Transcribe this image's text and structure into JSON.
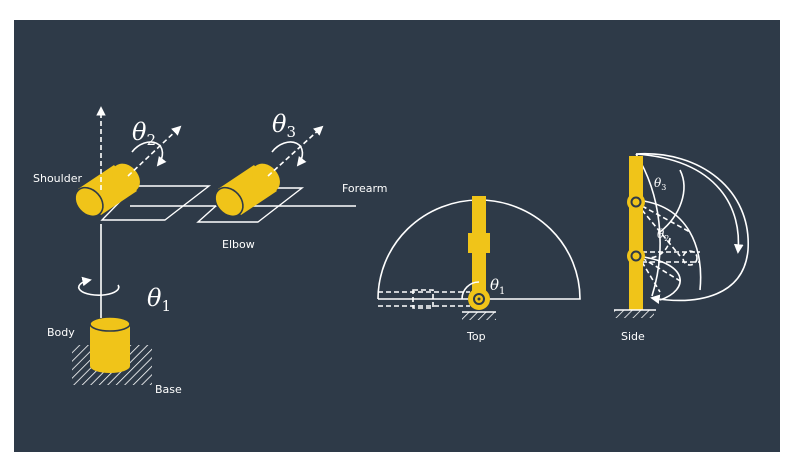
{
  "labels": {
    "shoulder": "Shoulder",
    "elbow": "Elbow",
    "forearm": "Forearm",
    "body": "Body",
    "base": "Base",
    "top_view": "Top",
    "side_view": "Side"
  },
  "symbols": {
    "theta": "θ",
    "sub1": "1",
    "sub2": "2",
    "sub3": "3"
  },
  "colors": {
    "background": "#2e3a48",
    "accent": "#f0c419",
    "line": "#ffffff"
  }
}
